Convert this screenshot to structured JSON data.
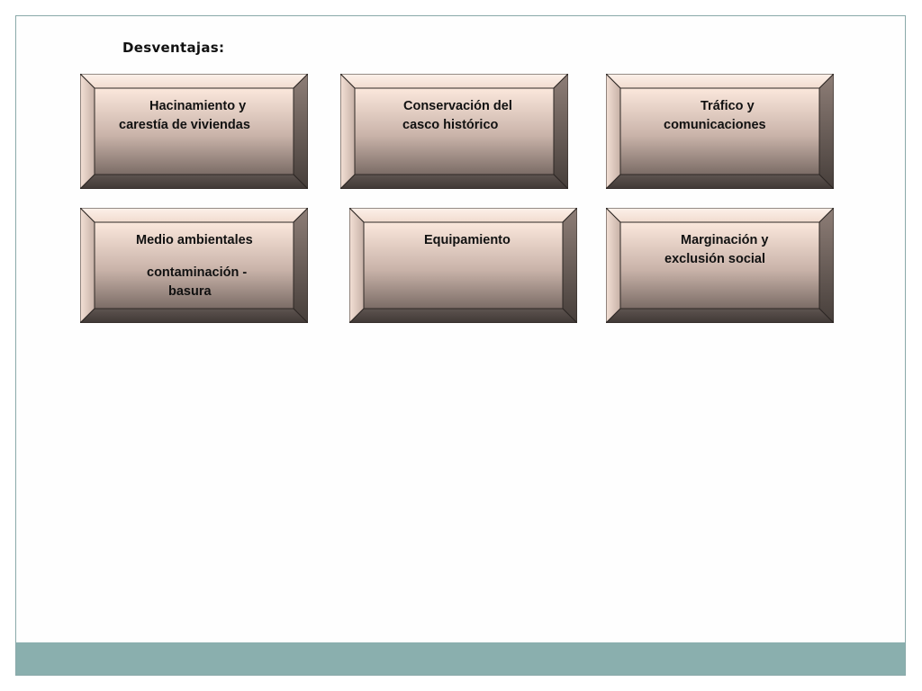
{
  "slide": {
    "heading": "Desventajas:",
    "boxes": [
      {
        "lines": [
          "Hacinamiento y",
          "carestía de viviendas"
        ]
      },
      {
        "lines": [
          "Conservación del",
          "casco histórico"
        ]
      },
      {
        "lines": [
          "Tráfico y",
          "comunicaciones"
        ]
      },
      {
        "lines": [
          "Medio ambientales",
          "contaminación -",
          "basura"
        ]
      },
      {
        "lines": [
          "Equipamiento"
        ]
      },
      {
        "lines": [
          "Marginación y",
          "exclusión social"
        ]
      }
    ]
  },
  "colors": {
    "footer_band": "#8aafae",
    "slide_border": "#8aa9a9",
    "bevel_light": "#f7e2d6",
    "bevel_dark": "#5b514c"
  }
}
